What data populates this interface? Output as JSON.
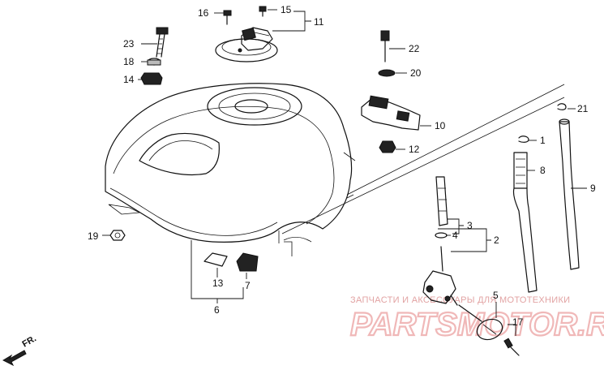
{
  "diagram": {
    "labels": {
      "p1": "1",
      "p2": "2",
      "p3": "3",
      "p4": "4",
      "p5": "5",
      "p6": "6",
      "p7": "7",
      "p8": "8",
      "p9": "9",
      "p10": "10",
      "p11": "11",
      "p12": "12",
      "p13": "13",
      "p14": "14",
      "p15": "15",
      "p16": "16",
      "p17": "17",
      "p18": "18",
      "p19": "19",
      "p20": "20",
      "p21": "21",
      "p22": "22",
      "p23": "23"
    },
    "front_marker": "FR."
  },
  "watermark": {
    "caption": "ЗАПЧАСТИ И АКСЕССУАРЫ ДЛЯ МОТОТЕХНИКИ",
    "logo": "PARTSMOTOR.RU"
  }
}
